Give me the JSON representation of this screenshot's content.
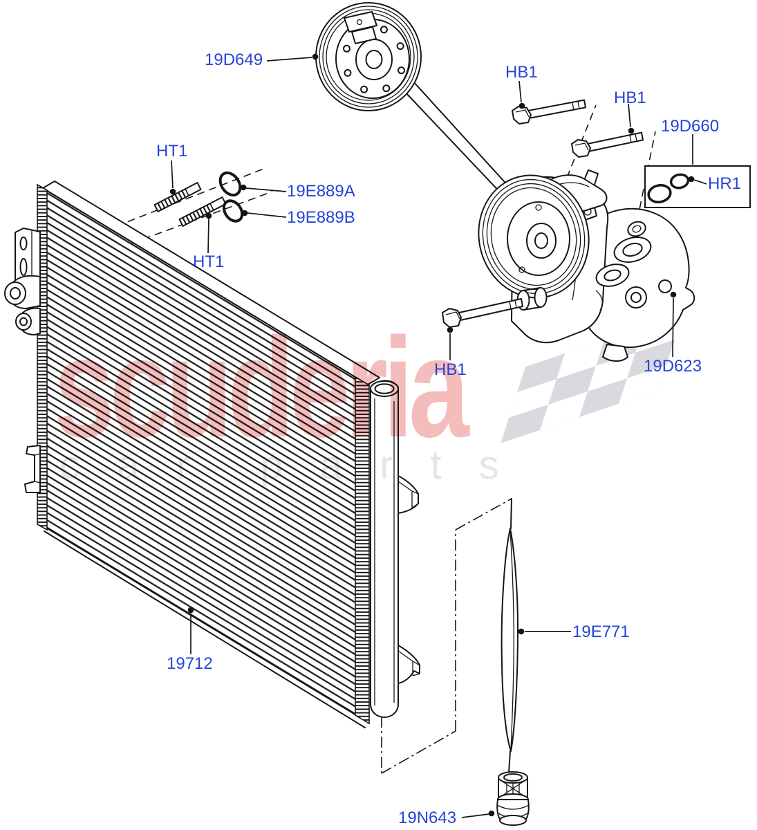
{
  "labels": {
    "clutch_pulley": "19D649",
    "bolt_upper_left": "HB1",
    "bolt_upper_right": "HB1",
    "oring_kit": "19D660",
    "oring_kit_ref": "HR1",
    "stud_upper": "HT1",
    "oring_a": "19E889A",
    "oring_b": "19E889B",
    "stud_lower": "HT1",
    "bolt_lower": "HB1",
    "compressor": "19D623",
    "condenser": "19712",
    "desiccant_bag": "19E771",
    "drier_filter_cap": "19N643"
  },
  "watermark": {
    "brand": "scuderia",
    "subtext": "car parts"
  },
  "colors": {
    "label_blue": "#2743d9",
    "line": "#161616",
    "watermark_pink": "#f5bcbc",
    "watermark_gray": "#e5e5e5",
    "flag_gray": "#d9d9df",
    "background": "#ffffff"
  }
}
